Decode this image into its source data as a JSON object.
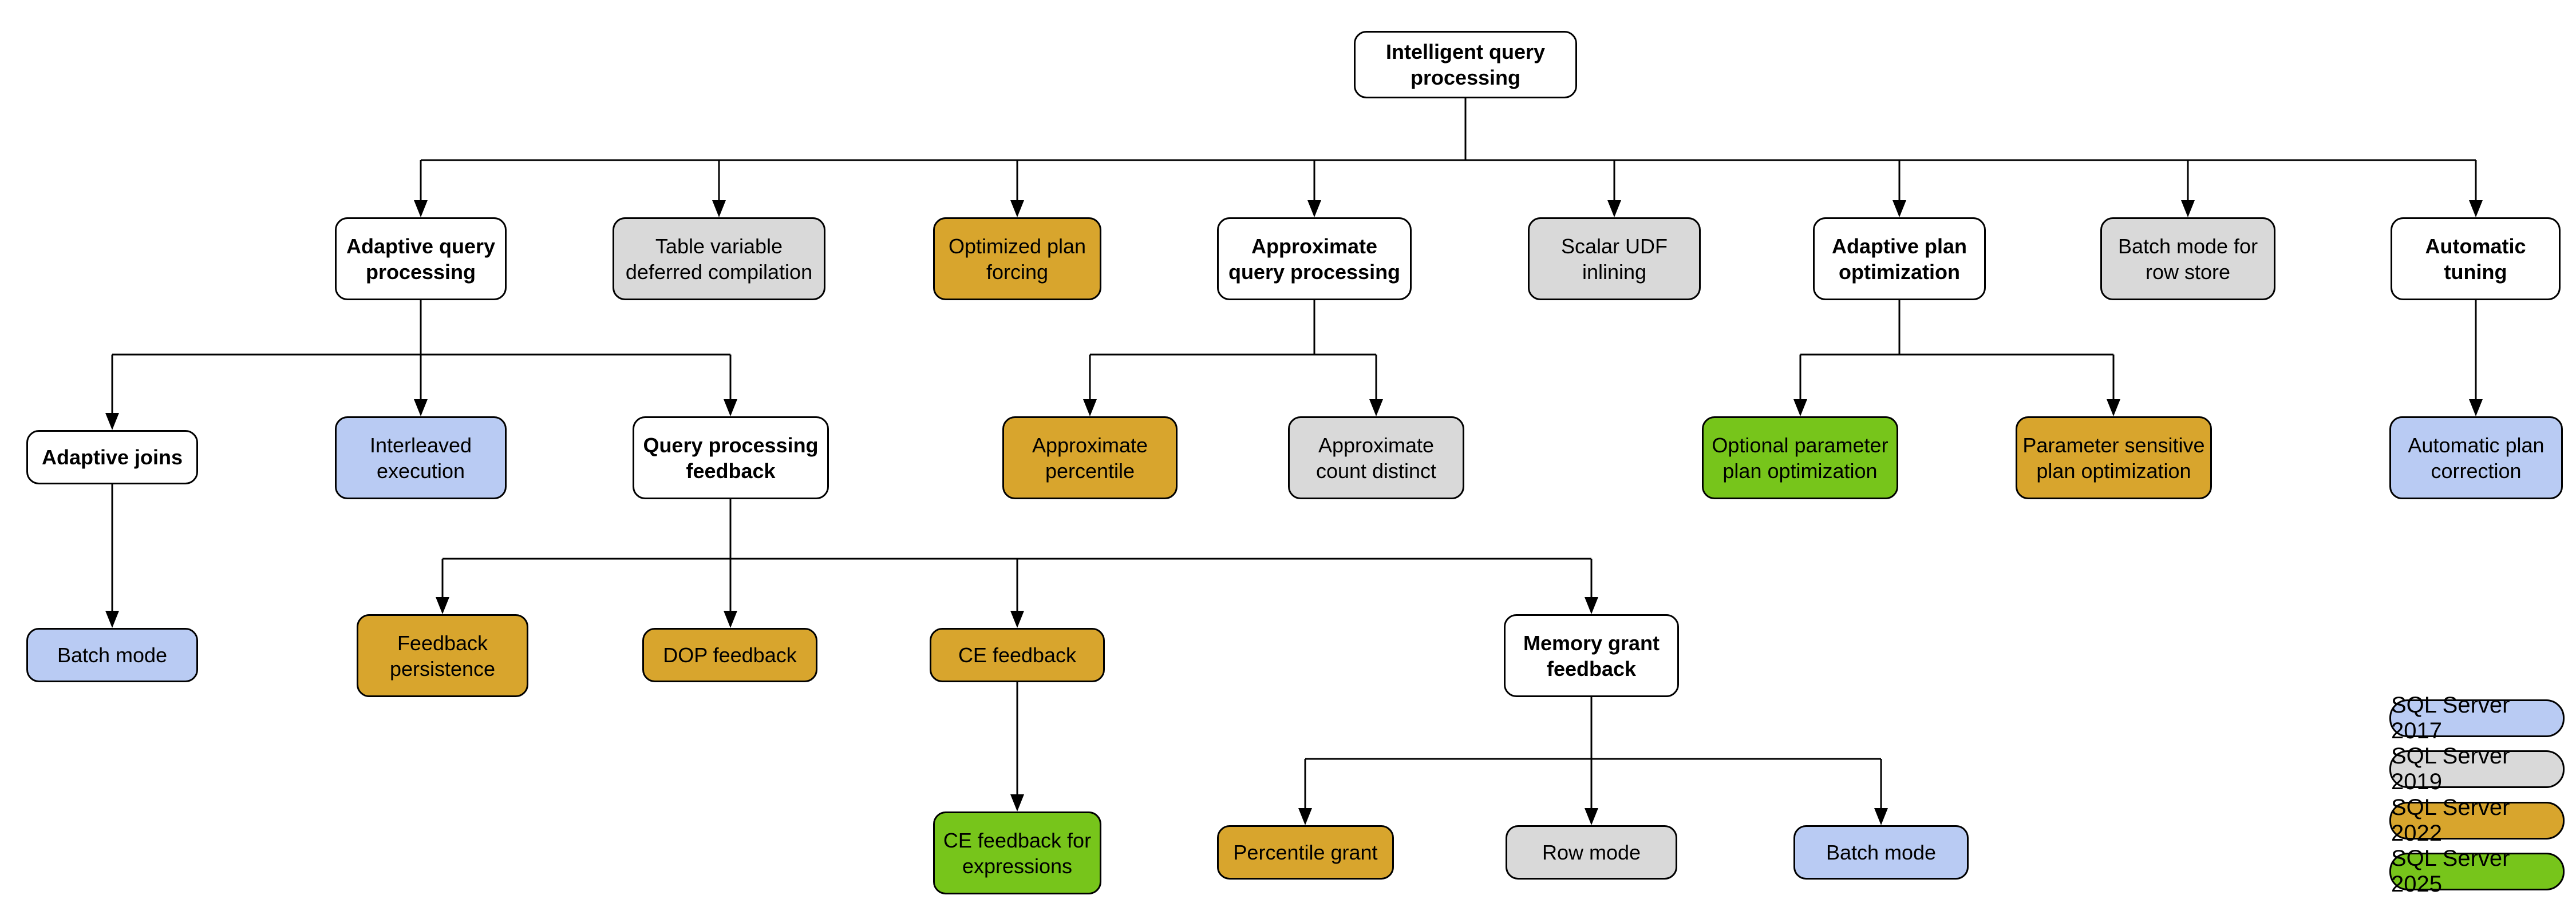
{
  "diagram": {
    "title": "Intelligent query processing",
    "colors": {
      "category": "#ffffff",
      "v2017": "#b9cbf3",
      "v2019": "#d9d9d9",
      "v2022": "#d8a52d",
      "v2025": "#77c51b"
    },
    "nodes": [
      {
        "id": "iqp",
        "label": "Intelligent query\nprocessing",
        "version": "category"
      },
      {
        "id": "aqp",
        "label": "Adaptive query\nprocessing",
        "version": "category"
      },
      {
        "id": "tvdc",
        "label": "Table variable\ndeferred compilation",
        "version": "2019"
      },
      {
        "id": "opf",
        "label": "Optimized plan\nforcing",
        "version": "2022"
      },
      {
        "id": "axqp",
        "label": "Approximate\nquery processing",
        "version": "category"
      },
      {
        "id": "sudf",
        "label": "Scalar UDF\ninlining",
        "version": "2019"
      },
      {
        "id": "apo",
        "label": "Adaptive plan\noptimization",
        "version": "category"
      },
      {
        "id": "bmrs",
        "label": "Batch mode for\nrow store",
        "version": "2019"
      },
      {
        "id": "at",
        "label": "Automatic\ntuning",
        "version": "category"
      },
      {
        "id": "aj",
        "label": "Adaptive joins",
        "version": "category"
      },
      {
        "id": "ie",
        "label": "Interleaved\nexecution",
        "version": "2017"
      },
      {
        "id": "qpf",
        "label": "Query processing\nfeedback",
        "version": "category"
      },
      {
        "id": "apct",
        "label": "Approximate\npercentile",
        "version": "2022"
      },
      {
        "id": "acd",
        "label": "Approximate\ncount distinct",
        "version": "2019"
      },
      {
        "id": "oppo",
        "label": "Optional parameter\nplan optimization",
        "version": "2025"
      },
      {
        "id": "pspo",
        "label": "Parameter sensitive\nplan optimization",
        "version": "2022"
      },
      {
        "id": "apc",
        "label": "Automatic plan\ncorrection",
        "version": "2017"
      },
      {
        "id": "bm1",
        "label": "Batch mode",
        "version": "2017"
      },
      {
        "id": "fp",
        "label": "Feedback\npersistence",
        "version": "2022"
      },
      {
        "id": "dop",
        "label": "DOP feedback",
        "version": "2022"
      },
      {
        "id": "cef",
        "label": "CE feedback",
        "version": "2022"
      },
      {
        "id": "mgf",
        "label": "Memory grant\nfeedback",
        "version": "category"
      },
      {
        "id": "cefe",
        "label": "CE feedback for\nexpressions",
        "version": "2025"
      },
      {
        "id": "pg",
        "label": "Percentile grant",
        "version": "2022"
      },
      {
        "id": "rm",
        "label": "Row mode",
        "version": "2019"
      },
      {
        "id": "bm2",
        "label": "Batch mode",
        "version": "2017"
      }
    ],
    "edges": [
      [
        "iqp",
        "aqp"
      ],
      [
        "iqp",
        "tvdc"
      ],
      [
        "iqp",
        "opf"
      ],
      [
        "iqp",
        "axqp"
      ],
      [
        "iqp",
        "sudf"
      ],
      [
        "iqp",
        "apo"
      ],
      [
        "iqp",
        "bmrs"
      ],
      [
        "iqp",
        "at"
      ],
      [
        "aqp",
        "aj"
      ],
      [
        "aqp",
        "ie"
      ],
      [
        "aqp",
        "qpf"
      ],
      [
        "axqp",
        "apct"
      ],
      [
        "axqp",
        "acd"
      ],
      [
        "apo",
        "oppo"
      ],
      [
        "apo",
        "pspo"
      ],
      [
        "at",
        "apc"
      ],
      [
        "aj",
        "bm1"
      ],
      [
        "qpf",
        "fp"
      ],
      [
        "qpf",
        "dop"
      ],
      [
        "qpf",
        "cef"
      ],
      [
        "qpf",
        "mgf"
      ],
      [
        "cef",
        "cefe"
      ],
      [
        "mgf",
        "pg"
      ],
      [
        "mgf",
        "rm"
      ],
      [
        "mgf",
        "bm2"
      ]
    ],
    "legend": [
      {
        "label": "SQL Server 2017",
        "version": "2017"
      },
      {
        "label": "SQL Server 2019",
        "version": "2019"
      },
      {
        "label": "SQL Server 2022",
        "version": "2022"
      },
      {
        "label": "SQL Server 2025",
        "version": "2025"
      }
    ]
  }
}
